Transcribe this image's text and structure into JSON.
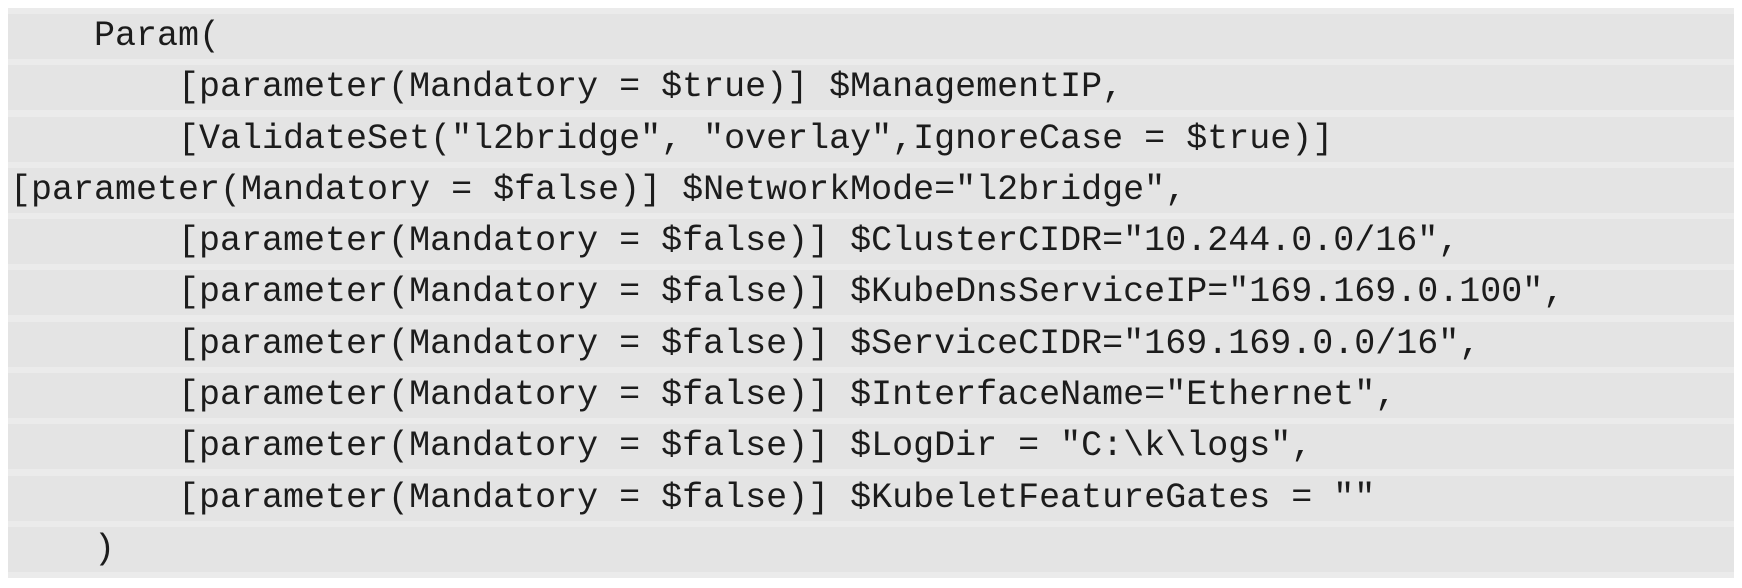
{
  "code_block": {
    "language": "powershell",
    "description": "PowerShell Param block for Kubernetes Windows node network setup",
    "lines": [
      "    Param(",
      "        [parameter(Mandatory = $true)] $ManagementIP,",
      "        [ValidateSet(\"l2bridge\", \"overlay\",IgnoreCase = $true)]",
      "[parameter(Mandatory = $false)] $NetworkMode=\"l2bridge\",",
      "        [parameter(Mandatory = $false)] $ClusterCIDR=\"10.244.0.0/16\",",
      "        [parameter(Mandatory = $false)] $KubeDnsServiceIP=\"169.169.0.100\",",
      "        [parameter(Mandatory = $false)] $ServiceCIDR=\"169.169.0.0/16\",",
      "        [parameter(Mandatory = $false)] $InterfaceName=\"Ethernet\",",
      "        [parameter(Mandatory = $false)] $LogDir = \"C:\\k\\logs\",",
      "        [parameter(Mandatory = $false)] $KubeletFeatureGates = \"\"",
      "    )"
    ],
    "colors": {
      "page_background": "#ffffff",
      "block_background": "#ebebeb",
      "line_background": "#e4e4e4",
      "text": "#1c1c1c"
    }
  }
}
